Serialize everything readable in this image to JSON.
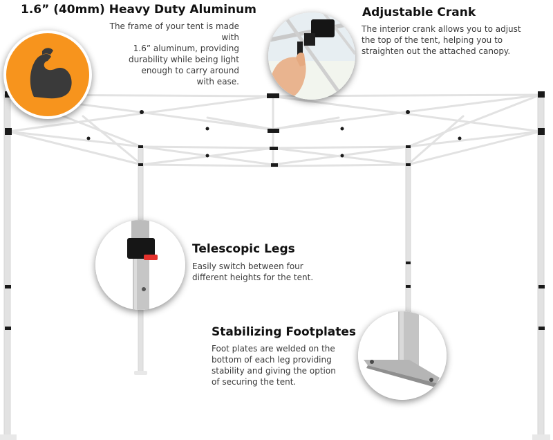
{
  "features": {
    "frame": {
      "title": "1.6” (40mm) Heavy Duty Aluminum",
      "lines": [
        "The frame of your tent is made with",
        "1.6” aluminum,  providing",
        "durability while being light",
        "enough to carry around",
        "with ease."
      ],
      "icon": "flexed-arm-icon",
      "badge_color": "#F7941D"
    },
    "crank": {
      "title": "Adjustable Crank",
      "lines": [
        "The interior crank allows you to adjust",
        "the top of the tent, helping you to",
        "straighten out the attached canopy."
      ]
    },
    "legs": {
      "title": "Telescopic Legs",
      "lines": [
        "Easily switch between four",
        "different heights for the tent."
      ],
      "accent_color": "#E5322D"
    },
    "footplates": {
      "title": "Stabilizing Footplates",
      "lines": [
        "Foot plates are welded on the",
        "bottom of each leg providing",
        "stability and giving the option",
        "of securing the tent."
      ]
    }
  }
}
